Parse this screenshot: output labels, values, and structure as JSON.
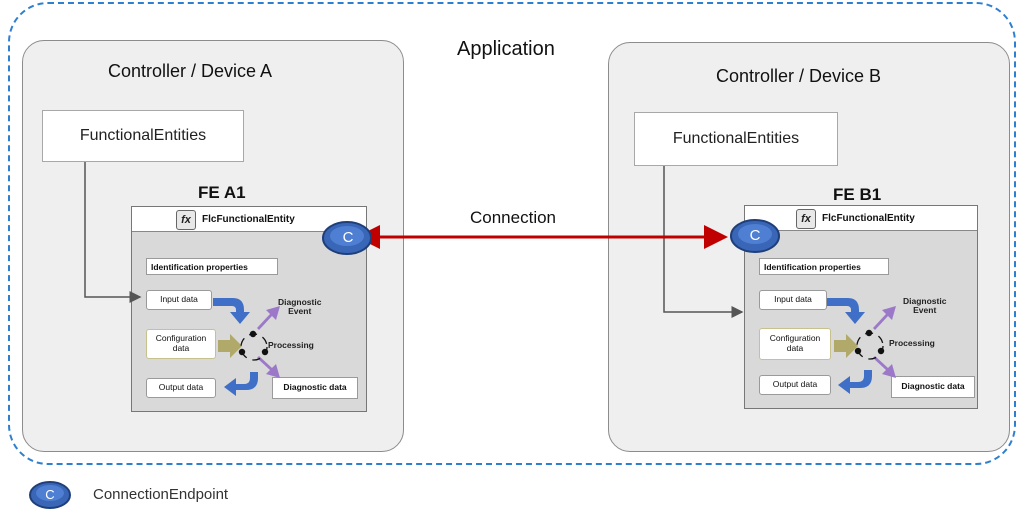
{
  "application": {
    "title": "Application"
  },
  "devices": [
    {
      "title": "Controller / Device A",
      "functional_entities_label": "FunctionalEntities",
      "fe": {
        "title": "FE A1",
        "entity_name": "FlcFunctionalEntity",
        "fx_icon": "fx",
        "endpoint_letter": "C",
        "identification": "Identification properties",
        "input": "Input data",
        "configuration": "Configuration\ndata",
        "output": "Output data",
        "processing": "Processing",
        "diagnostic_event": "Diagnostic\nEvent",
        "diagnostic_data": "Diagnostic data"
      }
    },
    {
      "title": "Controller / Device B",
      "functional_entities_label": "FunctionalEntities",
      "fe": {
        "title": "FE B1",
        "entity_name": "FlcFunctionalEntity",
        "fx_icon": "fx",
        "endpoint_letter": "C",
        "identification": "Identification properties",
        "input": "Input data",
        "configuration": "Configuration\ndata",
        "output": "Output data",
        "processing": "Processing",
        "diagnostic_event": "Diagnostic\nEvent",
        "diagnostic_data": "Diagnostic data"
      }
    }
  ],
  "connection": {
    "label": "Connection",
    "color": "#c00000"
  },
  "legend": {
    "endpoint_letter": "C",
    "label": "ConnectionEndpoint"
  },
  "colors": {
    "boundary": "#2f7fd0",
    "endpoint_fill": "#3a66b8",
    "endpoint_stroke": "#1f3f7a",
    "flow_arrow": "#3f6fc6",
    "diag_arrow": "#9b79c8",
    "config_arrow": "#b0a96a"
  }
}
